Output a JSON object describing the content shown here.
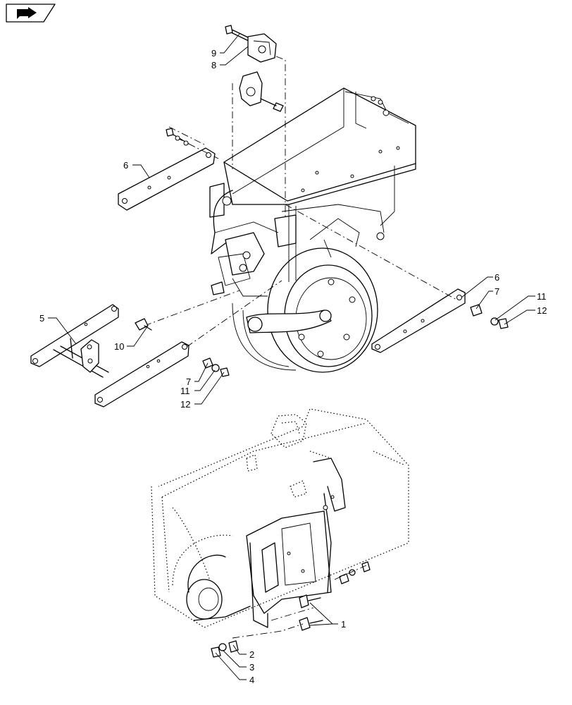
{
  "icon": {
    "name": "navigation-arrow-icon"
  },
  "callouts": {
    "c9": "9",
    "c8": "8",
    "c6a": "6",
    "c5": "5",
    "c10": "10",
    "c7a": "7",
    "c11a": "11",
    "c12a": "12",
    "c6b": "6",
    "c7b": "7",
    "c11b": "11",
    "c12b": "12",
    "c1": "1",
    "c2": "2",
    "c3": "3",
    "c4": "4"
  }
}
